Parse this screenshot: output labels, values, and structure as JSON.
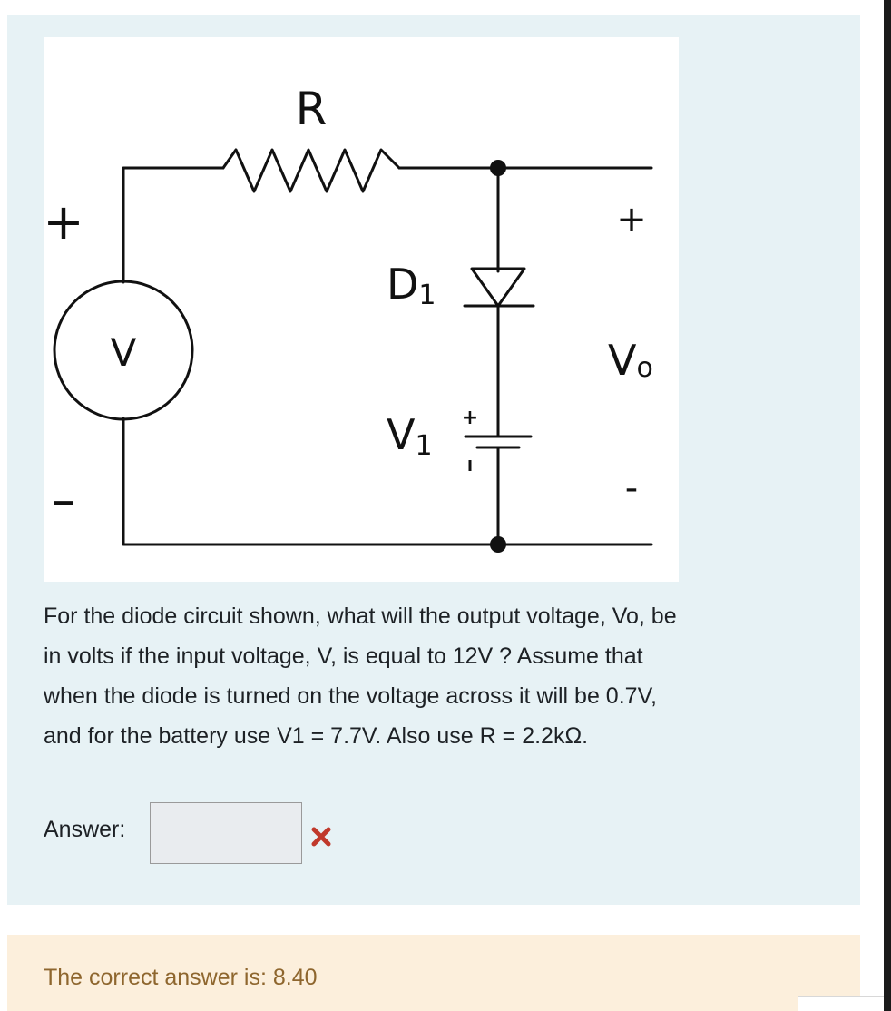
{
  "question": {
    "figure": {
      "label_resistor": "R",
      "label_source_plus": "+",
      "label_source_minus": "–",
      "label_source": "V",
      "label_diode": "D",
      "label_diode_sub": "1",
      "label_battery": "V",
      "label_battery_sub": "1",
      "label_battery_plus": "+",
      "label_output_plus": "+",
      "label_output": "V",
      "label_output_sub": "o",
      "label_output_minus": "-"
    },
    "text_lines": [
      "For the diode circuit shown, what will the output voltage, Vo, be",
      "in volts if the input voltage, V, is equal to 12V ?  Assume that",
      "when the diode is turned on the voltage across it will be 0.7V,",
      "and for the battery use V1 = 7.7V. Also use R = 2.2kΩ."
    ],
    "answer_label": "Answer:",
    "answer_value": "",
    "answer_status_icon": "incorrect-cross-icon"
  },
  "feedback": {
    "right_answer": "The correct answer is: 8.40"
  },
  "colors": {
    "question_background": "#e7f2f5",
    "feedback_background": "#fcefdc",
    "feedback_text": "#8e662e",
    "incorrect_icon": "#c0392b"
  }
}
